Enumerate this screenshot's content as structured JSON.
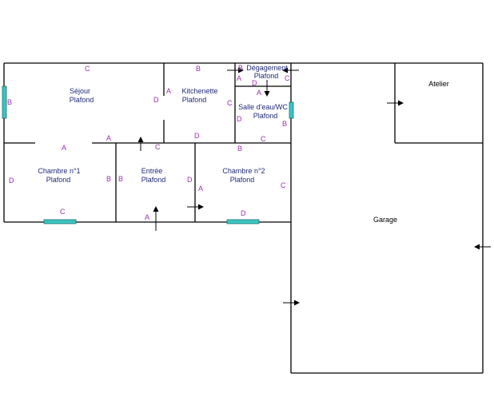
{
  "colors": {
    "wall": "#000000",
    "window": "#39c6c2",
    "room_text": "#1f2a7a",
    "letter": "#9a2fb0"
  },
  "rooms": {
    "sejour": {
      "name": "Séjour",
      "sub": "Plafond"
    },
    "kitchenette": {
      "name": "Kitchenette",
      "sub": "Plafond"
    },
    "degagement": {
      "name": "Dégagement",
      "sub": "Plafond"
    },
    "salle_eau": {
      "name": "Salle d'eau/WC",
      "sub": "Plafond"
    },
    "chambre1": {
      "name": "Chambre n°1",
      "sub": "Plafond"
    },
    "entree": {
      "name": "Entrée",
      "sub": "Plafond"
    },
    "chambre2": {
      "name": "Chambre n°2",
      "sub": "Plafond"
    },
    "atelier": {
      "name": "Atelier"
    },
    "garage": {
      "name": "Garage"
    }
  },
  "letters": {
    "a": "A",
    "b": "B",
    "c": "C",
    "d": "D"
  },
  "icons": {
    "door_arrow": "arrow-icon",
    "window": "window-icon"
  }
}
